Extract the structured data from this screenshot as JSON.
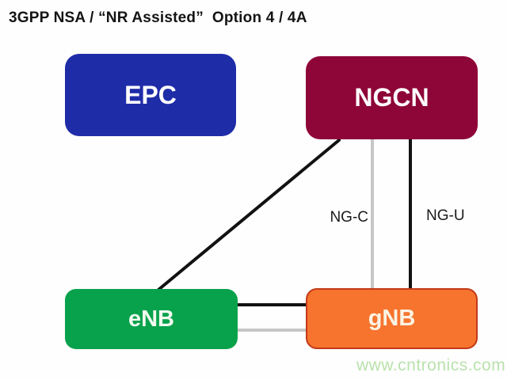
{
  "title": "3GPP NSA / “NR Assisted”  Option 4 / 4A",
  "nodes": {
    "epc": {
      "label": "EPC",
      "color": "#1f2ca8"
    },
    "ngcn": {
      "label": "NGCN",
      "color": "#8e0538"
    },
    "enb": {
      "label": "eNB",
      "color": "#09a24c"
    },
    "gnb": {
      "label": "gNB",
      "color": "#f7742f",
      "border_color": "#c23a1a"
    }
  },
  "links": {
    "ngc_label": "NG-C",
    "ngu_label": "NG-U",
    "black_line_color": "#121212",
    "gray_line_color": "#c6c6c6"
  },
  "watermark": {
    "text": "www.cntronics.com",
    "color": "#b9e2ad"
  }
}
